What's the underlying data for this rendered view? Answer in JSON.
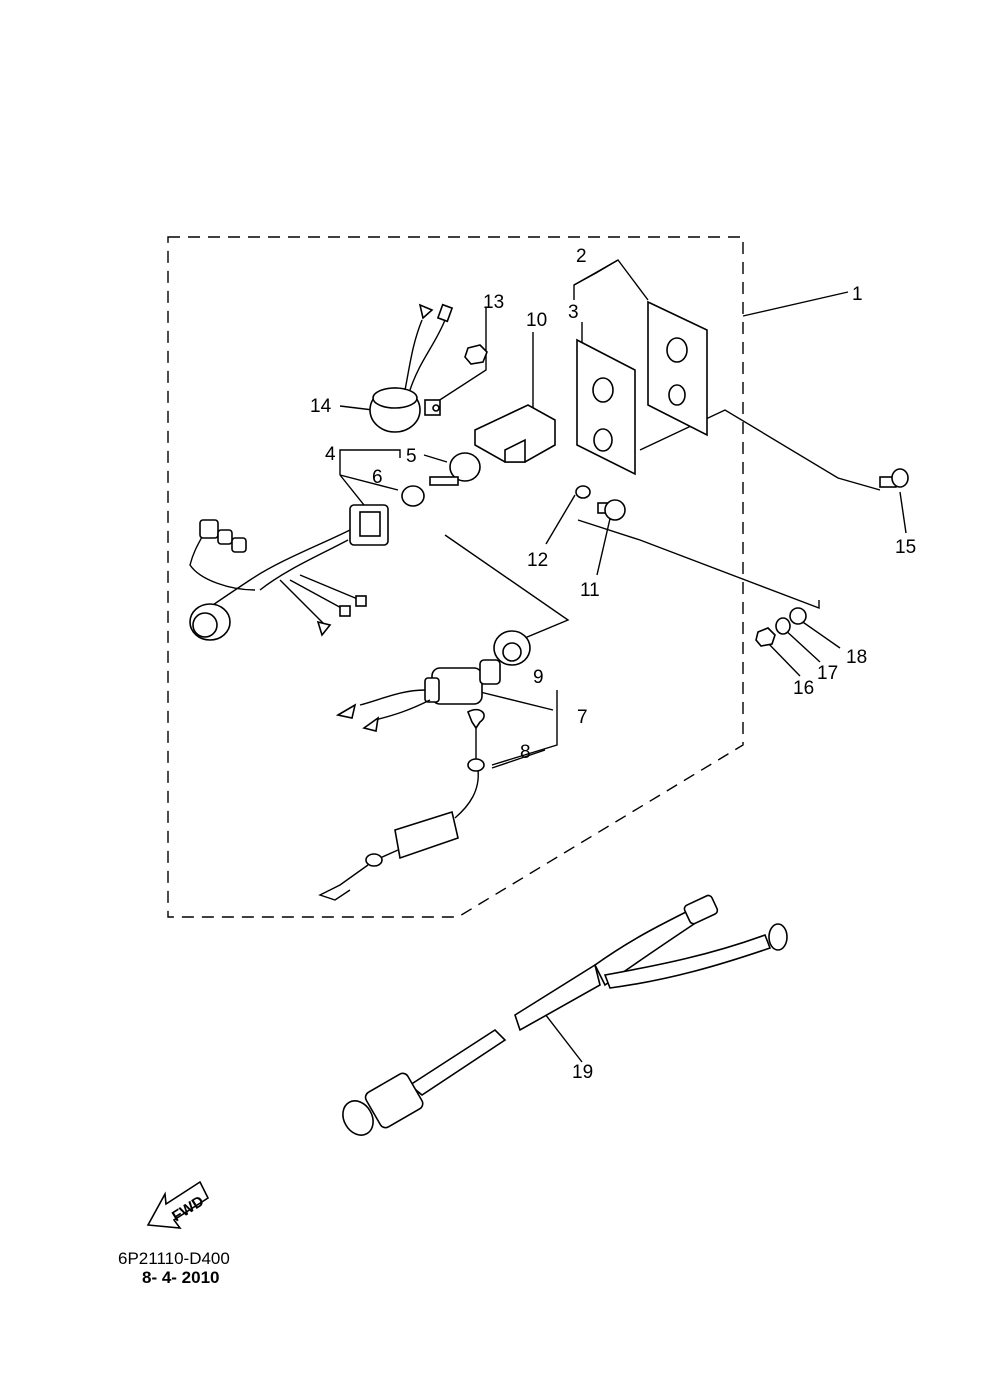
{
  "callouts": [
    "1",
    "2",
    "3",
    "4",
    "5",
    "6",
    "7",
    "8",
    "9",
    "10",
    "11",
    "12",
    "13",
    "14",
    "15",
    "16",
    "17",
    "18",
    "19"
  ],
  "fwd_label": "FWD",
  "doc_id": "6P21110-D400",
  "doc_date": "8- 4- 2010",
  "icons": [
    "fwd-arrow-icon"
  ],
  "colors": {
    "line": "#000000",
    "background": "#ffffff"
  }
}
